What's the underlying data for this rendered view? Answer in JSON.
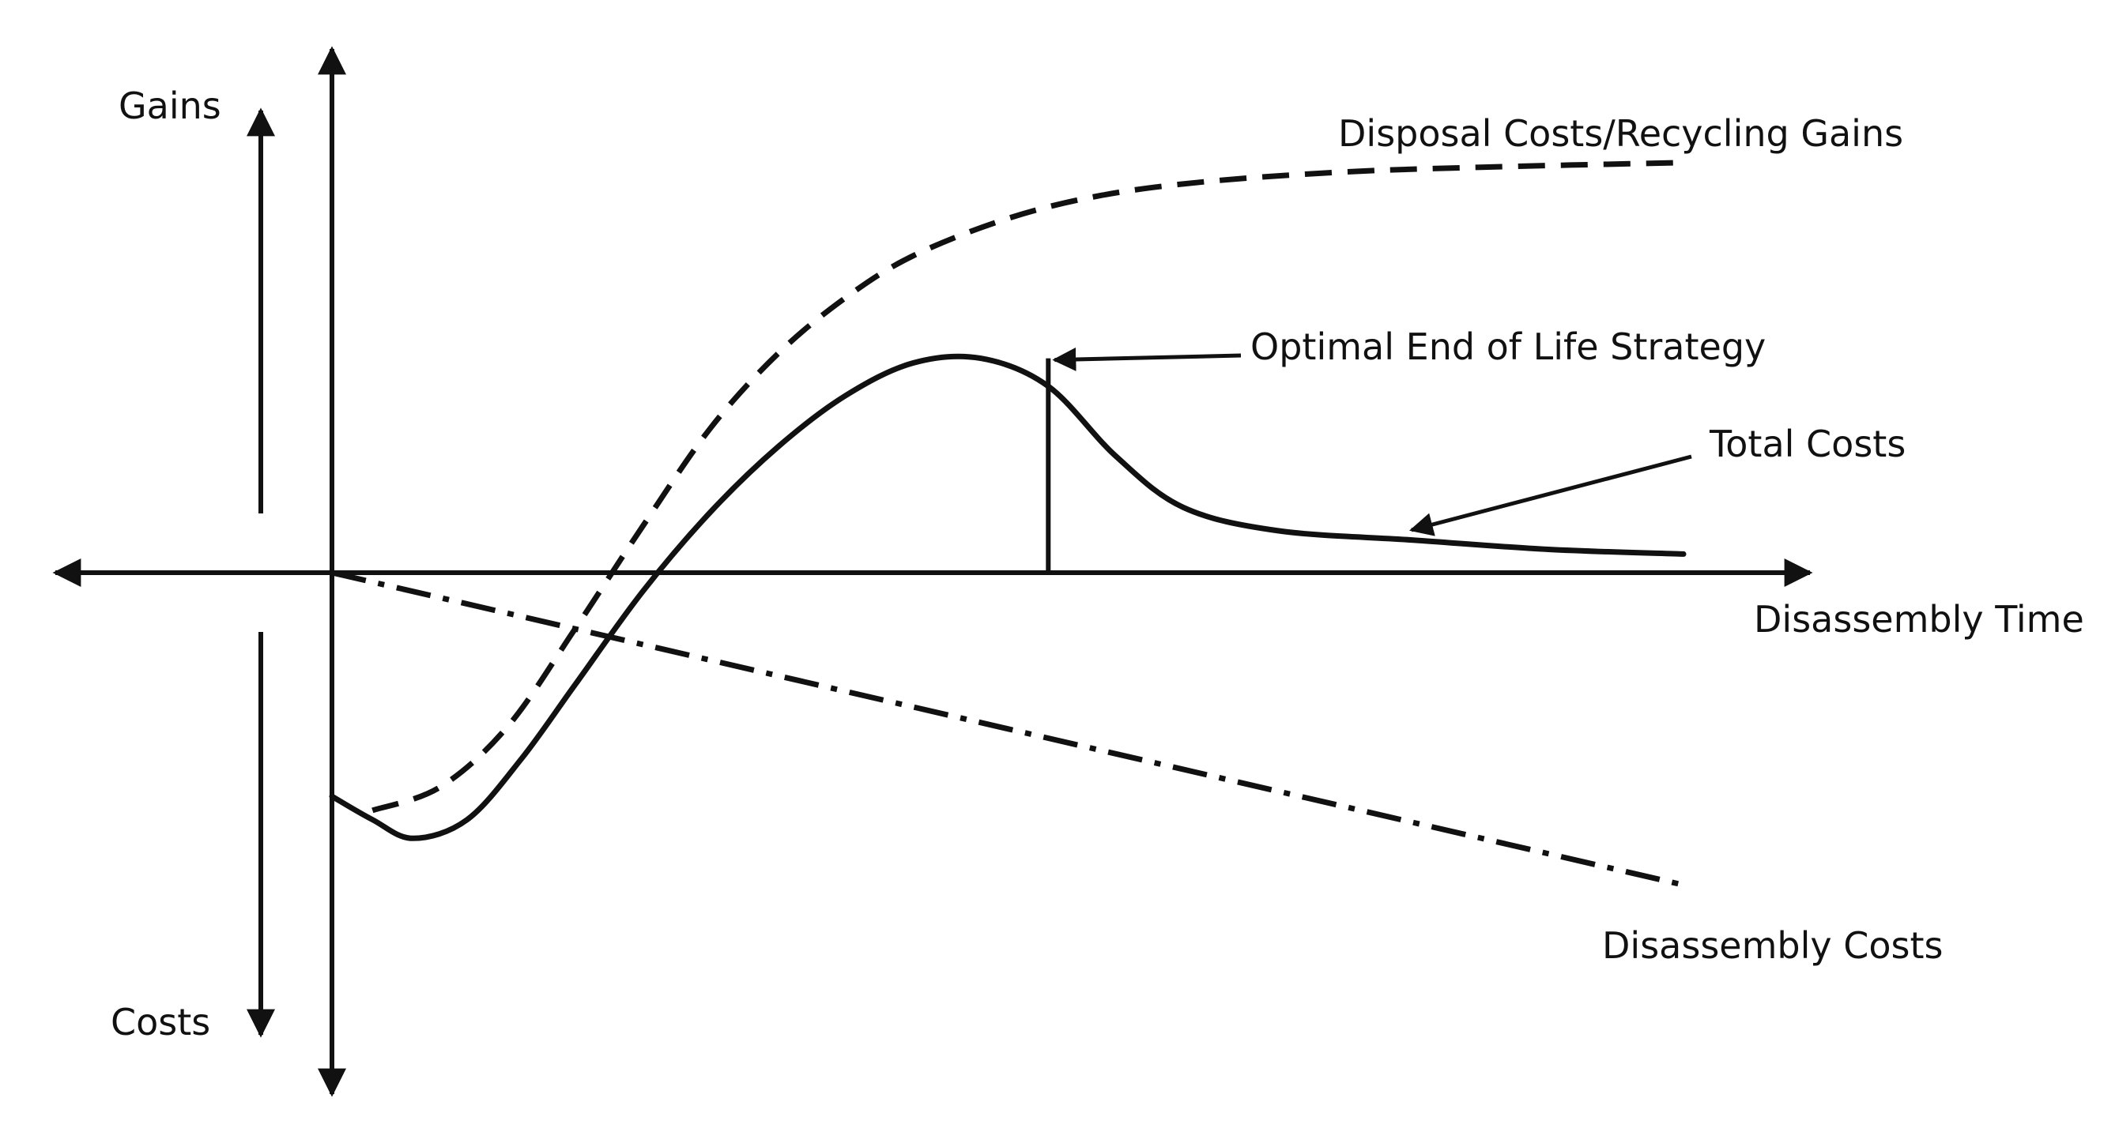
{
  "chart_data": {
    "type": "line",
    "title": "",
    "xlabel": "Disassembly Time",
    "ylabel_positive": "Gains",
    "ylabel_negative": "Costs",
    "xlim": [
      0,
      1
    ],
    "ylim": [
      -1,
      1
    ],
    "axis_units": "normalized (no numeric ticks shown)",
    "grid": false,
    "legend": "none (direct labels)",
    "series": [
      {
        "name": "Disposal Costs/Recycling Gains",
        "style": "dashed",
        "x": [
          0.03,
          0.08,
          0.13,
          0.18,
          0.23,
          0.28,
          0.33,
          0.38,
          0.43,
          0.5,
          0.57,
          0.65,
          0.75,
          0.85,
          1.0
        ],
        "y": [
          -0.51,
          -0.46,
          -0.33,
          -0.12,
          0.1,
          0.31,
          0.47,
          0.59,
          0.68,
          0.76,
          0.81,
          0.84,
          0.86,
          0.87,
          0.88
        ]
      },
      {
        "name": "Total Costs",
        "style": "solid",
        "x": [
          0.0,
          0.03,
          0.06,
          0.1,
          0.14,
          0.18,
          0.23,
          0.28,
          0.33,
          0.38,
          0.43,
          0.48,
          0.53,
          0.58,
          0.63,
          0.7,
          0.8,
          0.9,
          1.0
        ],
        "y": [
          -0.48,
          -0.53,
          -0.57,
          -0.53,
          -0.4,
          -0.24,
          -0.04,
          0.13,
          0.27,
          0.38,
          0.45,
          0.46,
          0.4,
          0.25,
          0.14,
          0.09,
          0.07,
          0.05,
          0.04
        ]
      },
      {
        "name": "Disassembly Costs",
        "style": "dash-dot",
        "x": [
          0.0,
          1.0
        ],
        "y": [
          0.0,
          -0.67
        ]
      }
    ],
    "annotations": [
      {
        "text": "Optimal End of Life Strategy",
        "points_to_x": 0.53,
        "points_to_y": 0.46
      },
      {
        "text": "Total Costs",
        "points_to_x": 0.79,
        "points_to_y": 0.1
      }
    ],
    "optimum_marker": {
      "x": 0.53,
      "y_from": 0.0,
      "y_to": 0.46
    },
    "colors": {
      "ink": "#111111",
      "background": "#ffffff"
    }
  }
}
